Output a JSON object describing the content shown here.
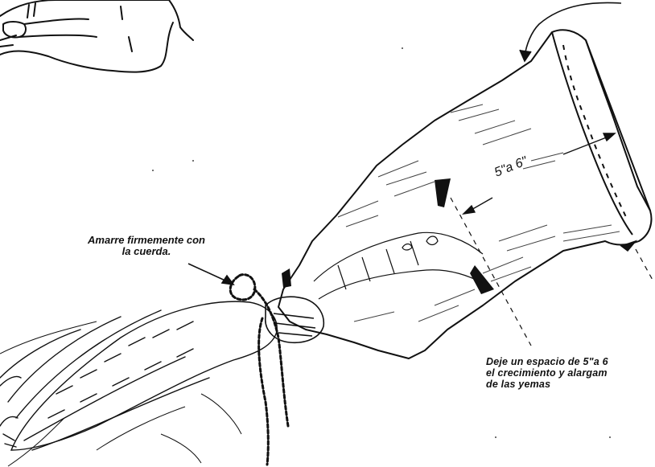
{
  "illustration": {
    "tie_label": {
      "line1": "Amarre firmemente con",
      "line2": "la cuerda."
    },
    "measurement": "5\"a 6\"",
    "space_label": {
      "line1": "Deje un espacio de 5\"a 6",
      "line2": "el crecimiento y alargam",
      "line3": "de las yemas"
    }
  }
}
